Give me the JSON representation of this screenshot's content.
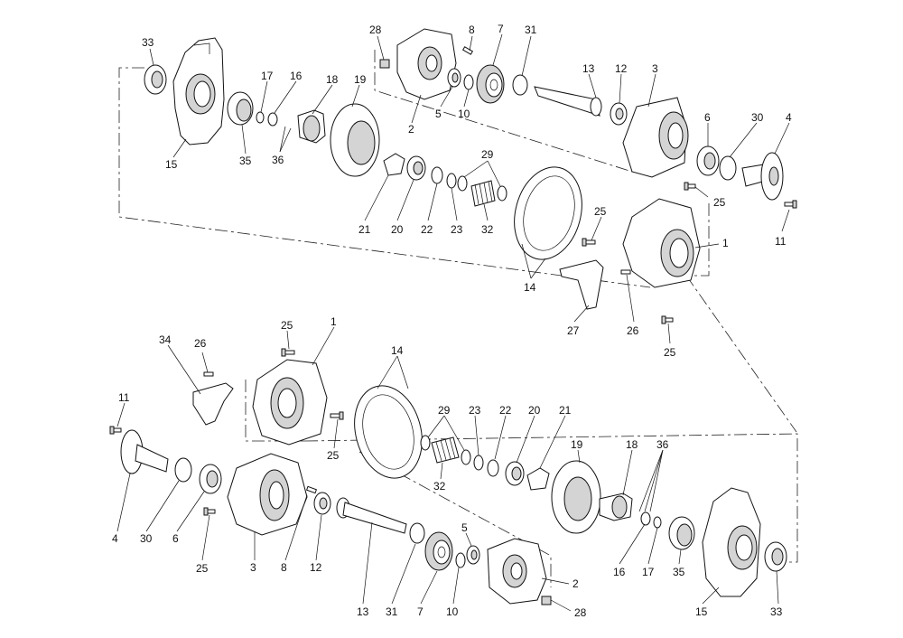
{
  "diagram": {
    "upper_labels": [
      "33",
      "28",
      "8",
      "7",
      "31",
      "17",
      "16",
      "18",
      "19",
      "13",
      "12",
      "3",
      "5",
      "10",
      "2",
      "6",
      "30",
      "4",
      "15",
      "35",
      "36",
      "29",
      "25",
      "21",
      "20",
      "22",
      "23",
      "32",
      "25",
      "11",
      "1",
      "14",
      "27",
      "26",
      "25"
    ],
    "lower_labels": [
      "25",
      "1",
      "34",
      "26",
      "14",
      "11",
      "29",
      "23",
      "22",
      "20",
      "21",
      "25",
      "19",
      "18",
      "36",
      "32",
      "4",
      "30",
      "6",
      "25",
      "3",
      "8",
      "12",
      "5",
      "2",
      "13",
      "31",
      "7",
      "10",
      "28",
      "16",
      "17",
      "35",
      "15",
      "33"
    ]
  }
}
